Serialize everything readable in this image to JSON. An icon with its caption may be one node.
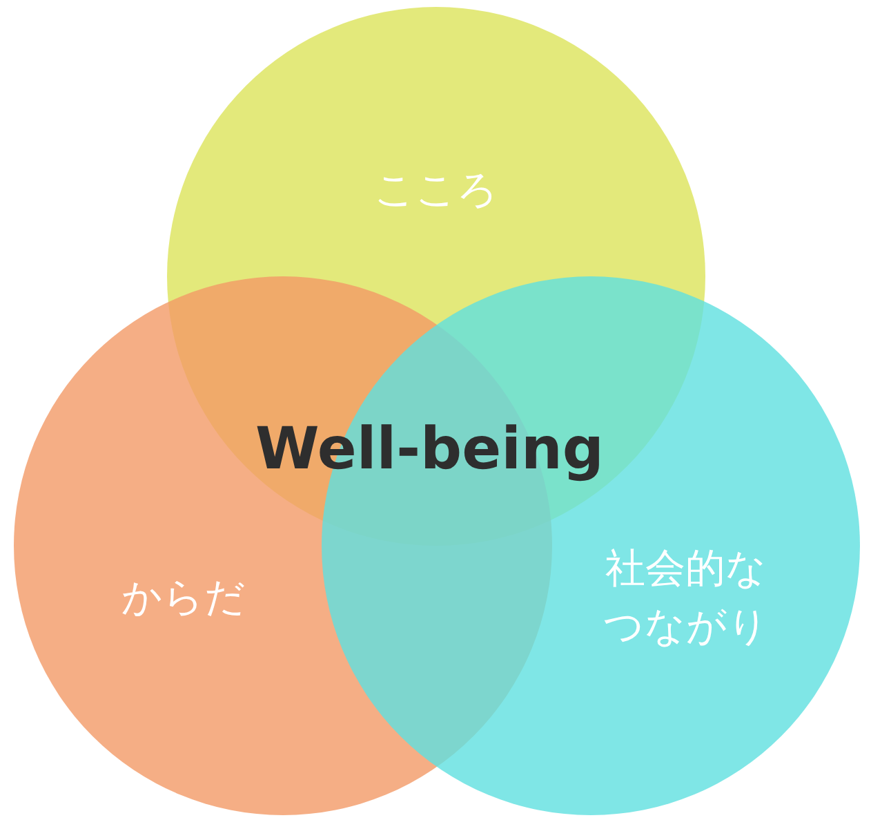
{
  "diagram": {
    "nodes": [
      {
        "text": [
          "こころ"
        ]
      },
      {
        "text": [
          "からだ"
        ]
      },
      {
        "text": [
          "社会的なつながり"
        ]
      }
    ],
    "labels": [
      "Well-being"
    ]
  }
}
